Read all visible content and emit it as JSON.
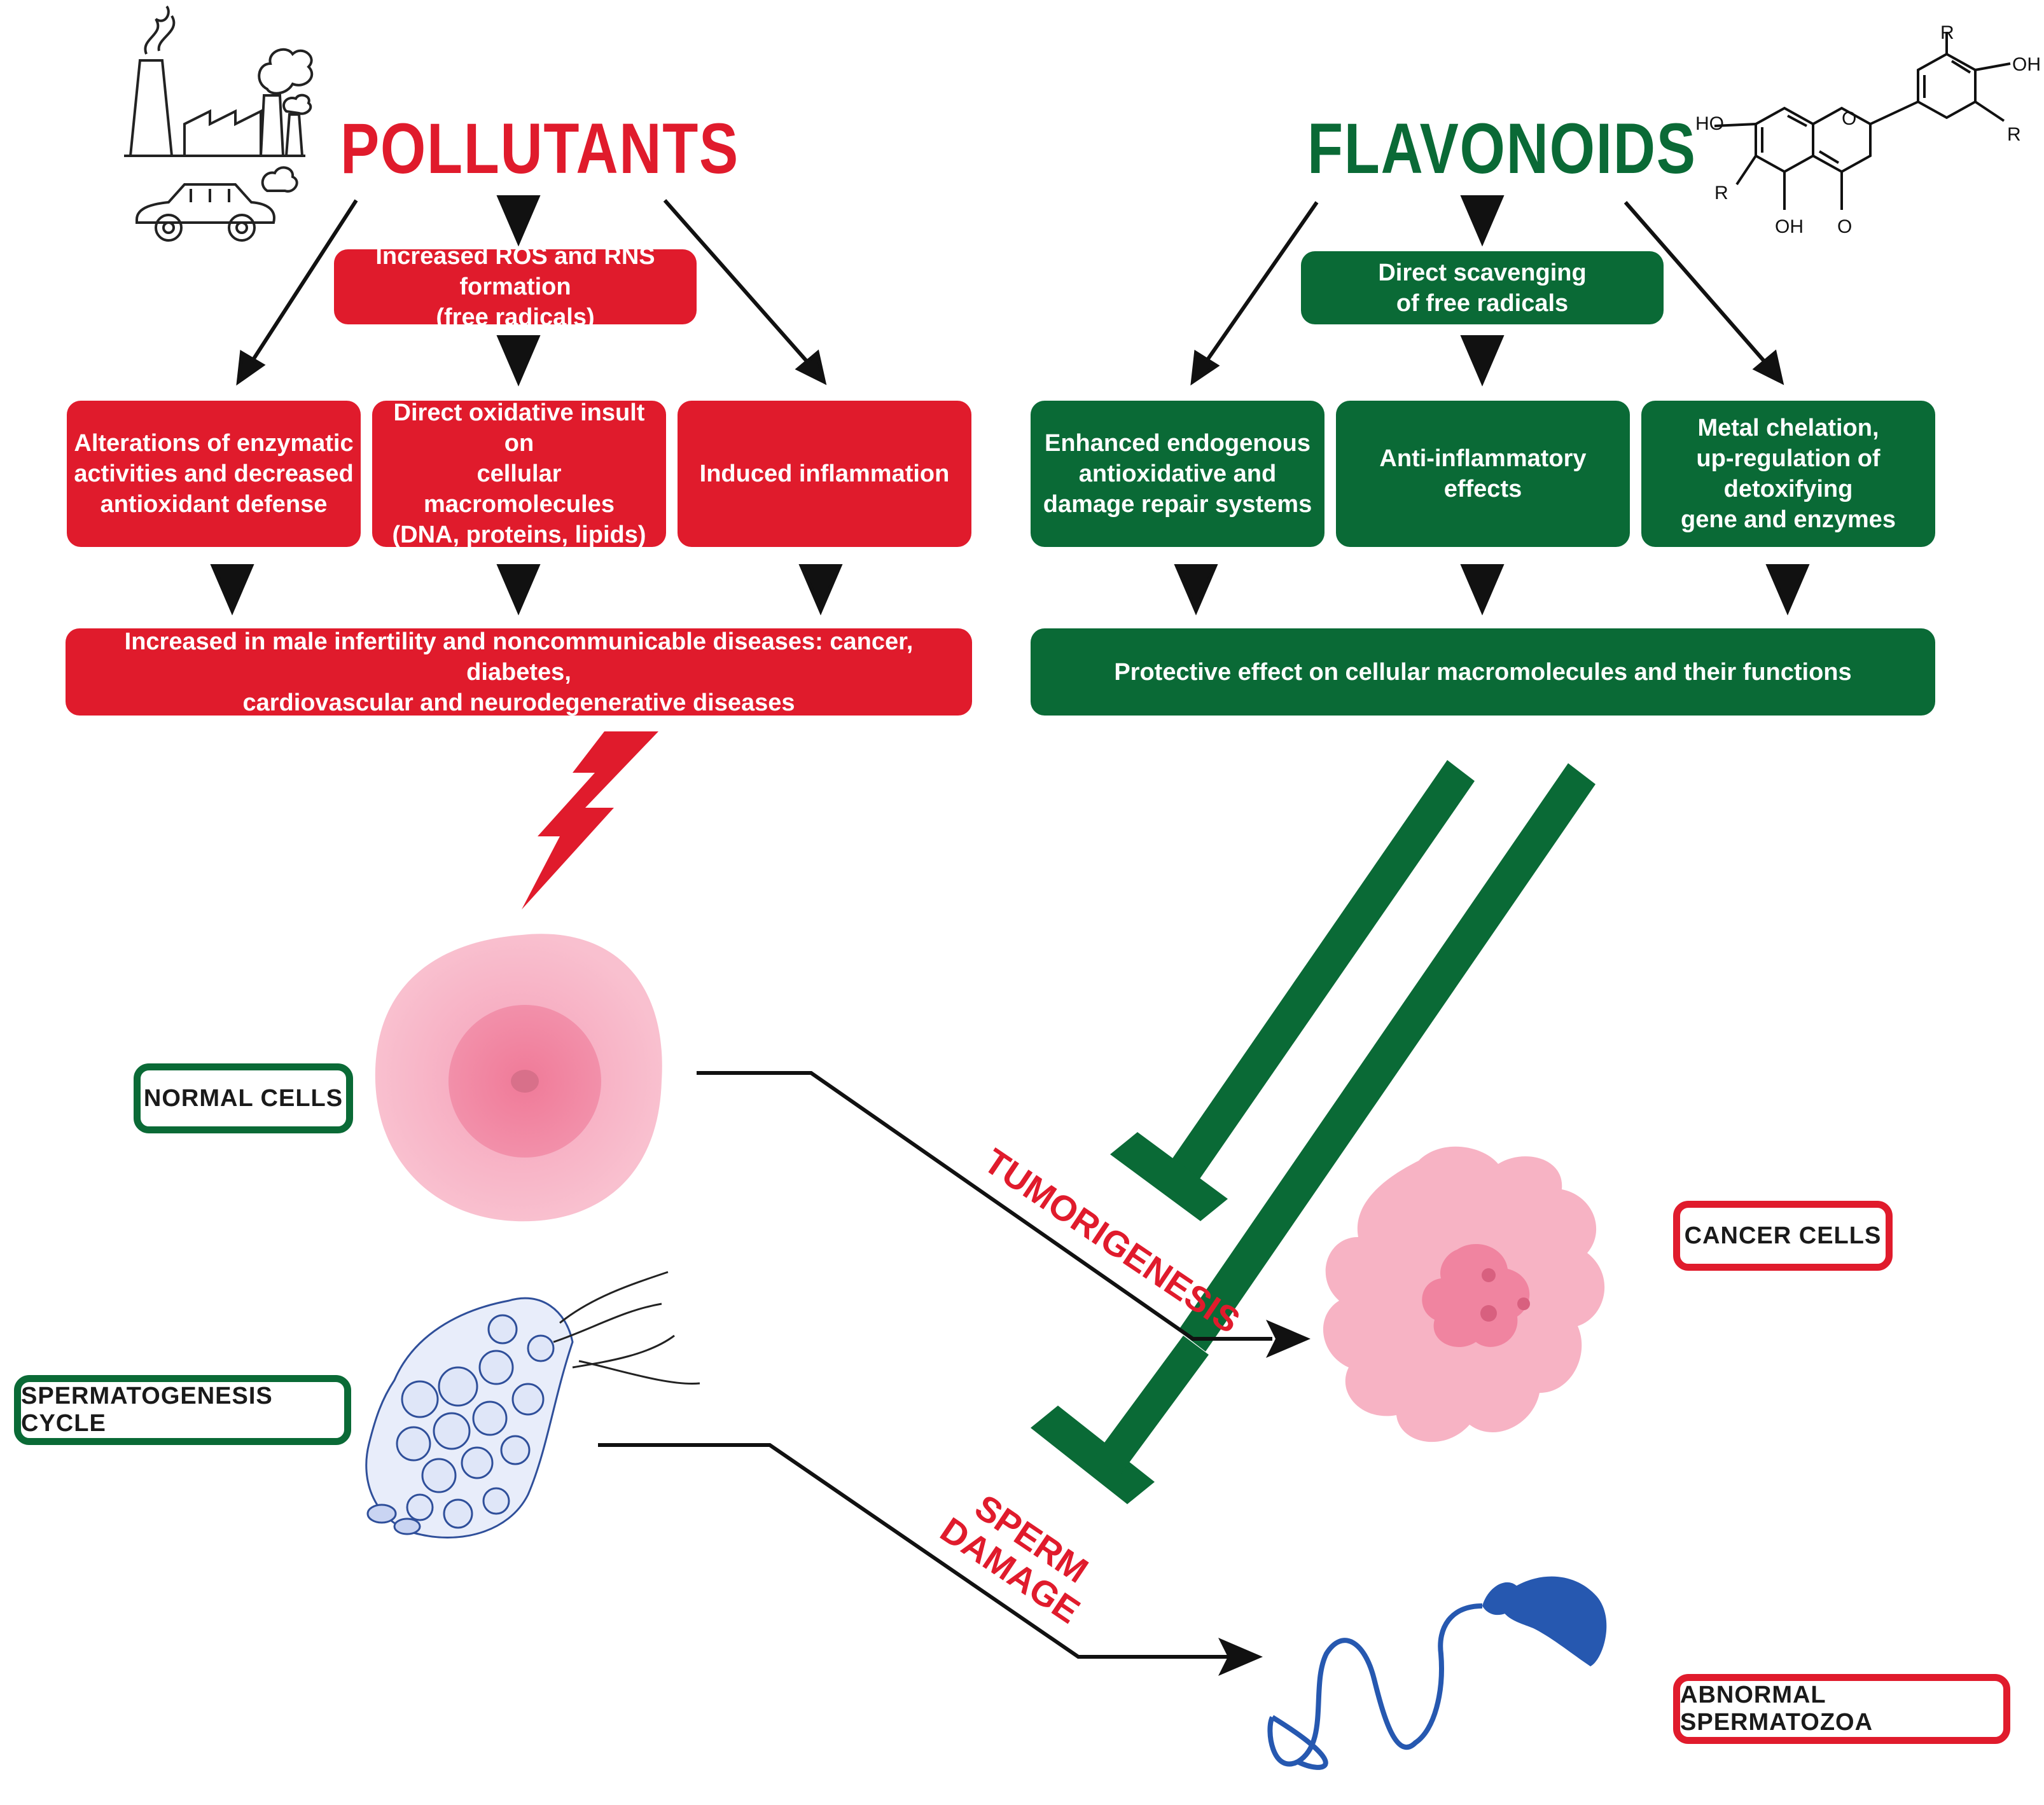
{
  "colors": {
    "pollutant_red": "#e01b2c",
    "flavonoid_green": "#0a6a36",
    "cell_pink": "#f7b3c4",
    "sperm_blue": "#2658b0"
  },
  "pollutants": {
    "title": "POLLUTANTS",
    "ros_box": "Increased ROS and RNS formation\n(free radicals)",
    "effects": [
      "Alterations of enzymatic\nactivities and decreased\nantioxidant defense",
      "Direct oxidative insult on\ncellular macromolecules\n(DNA, proteins, lipids)",
      "Induced inflammation"
    ],
    "outcome": "Increased in male infertility and noncommunicable diseases: cancer, diabetes,\ncardiovascular and neurodegenerative diseases"
  },
  "flavonoids": {
    "title": "FLAVONOIDS",
    "scavenging_box": "Direct scavenging\nof free radicals",
    "effects": [
      "Enhanced endogenous\nantioxidative and\ndamage repair systems",
      "Anti-inflammatory\neffects",
      "Metal chelation,\nup-regulation of detoxifying\ngene and enzymes"
    ],
    "outcome": "Protective effect on cellular macromolecules and their functions"
  },
  "structure_labels": {
    "r1": "R",
    "oh1": "OH",
    "r2": "R",
    "ho": "HO",
    "o_ring": "O",
    "r3": "R",
    "oh2": "OH",
    "o_keto": "O"
  },
  "cells": {
    "normal": "NORMAL CELLS",
    "spermatogenesis": "SPERMATOGENESIS CYCLE",
    "cancer": "CANCER CELLS",
    "abnormal": "ABNORMAL SPERMATOZOA"
  },
  "processes": {
    "tumorigenesis": "TUMORIGENESIS",
    "sperm_damage": "SPERM\nDAMAGE"
  }
}
